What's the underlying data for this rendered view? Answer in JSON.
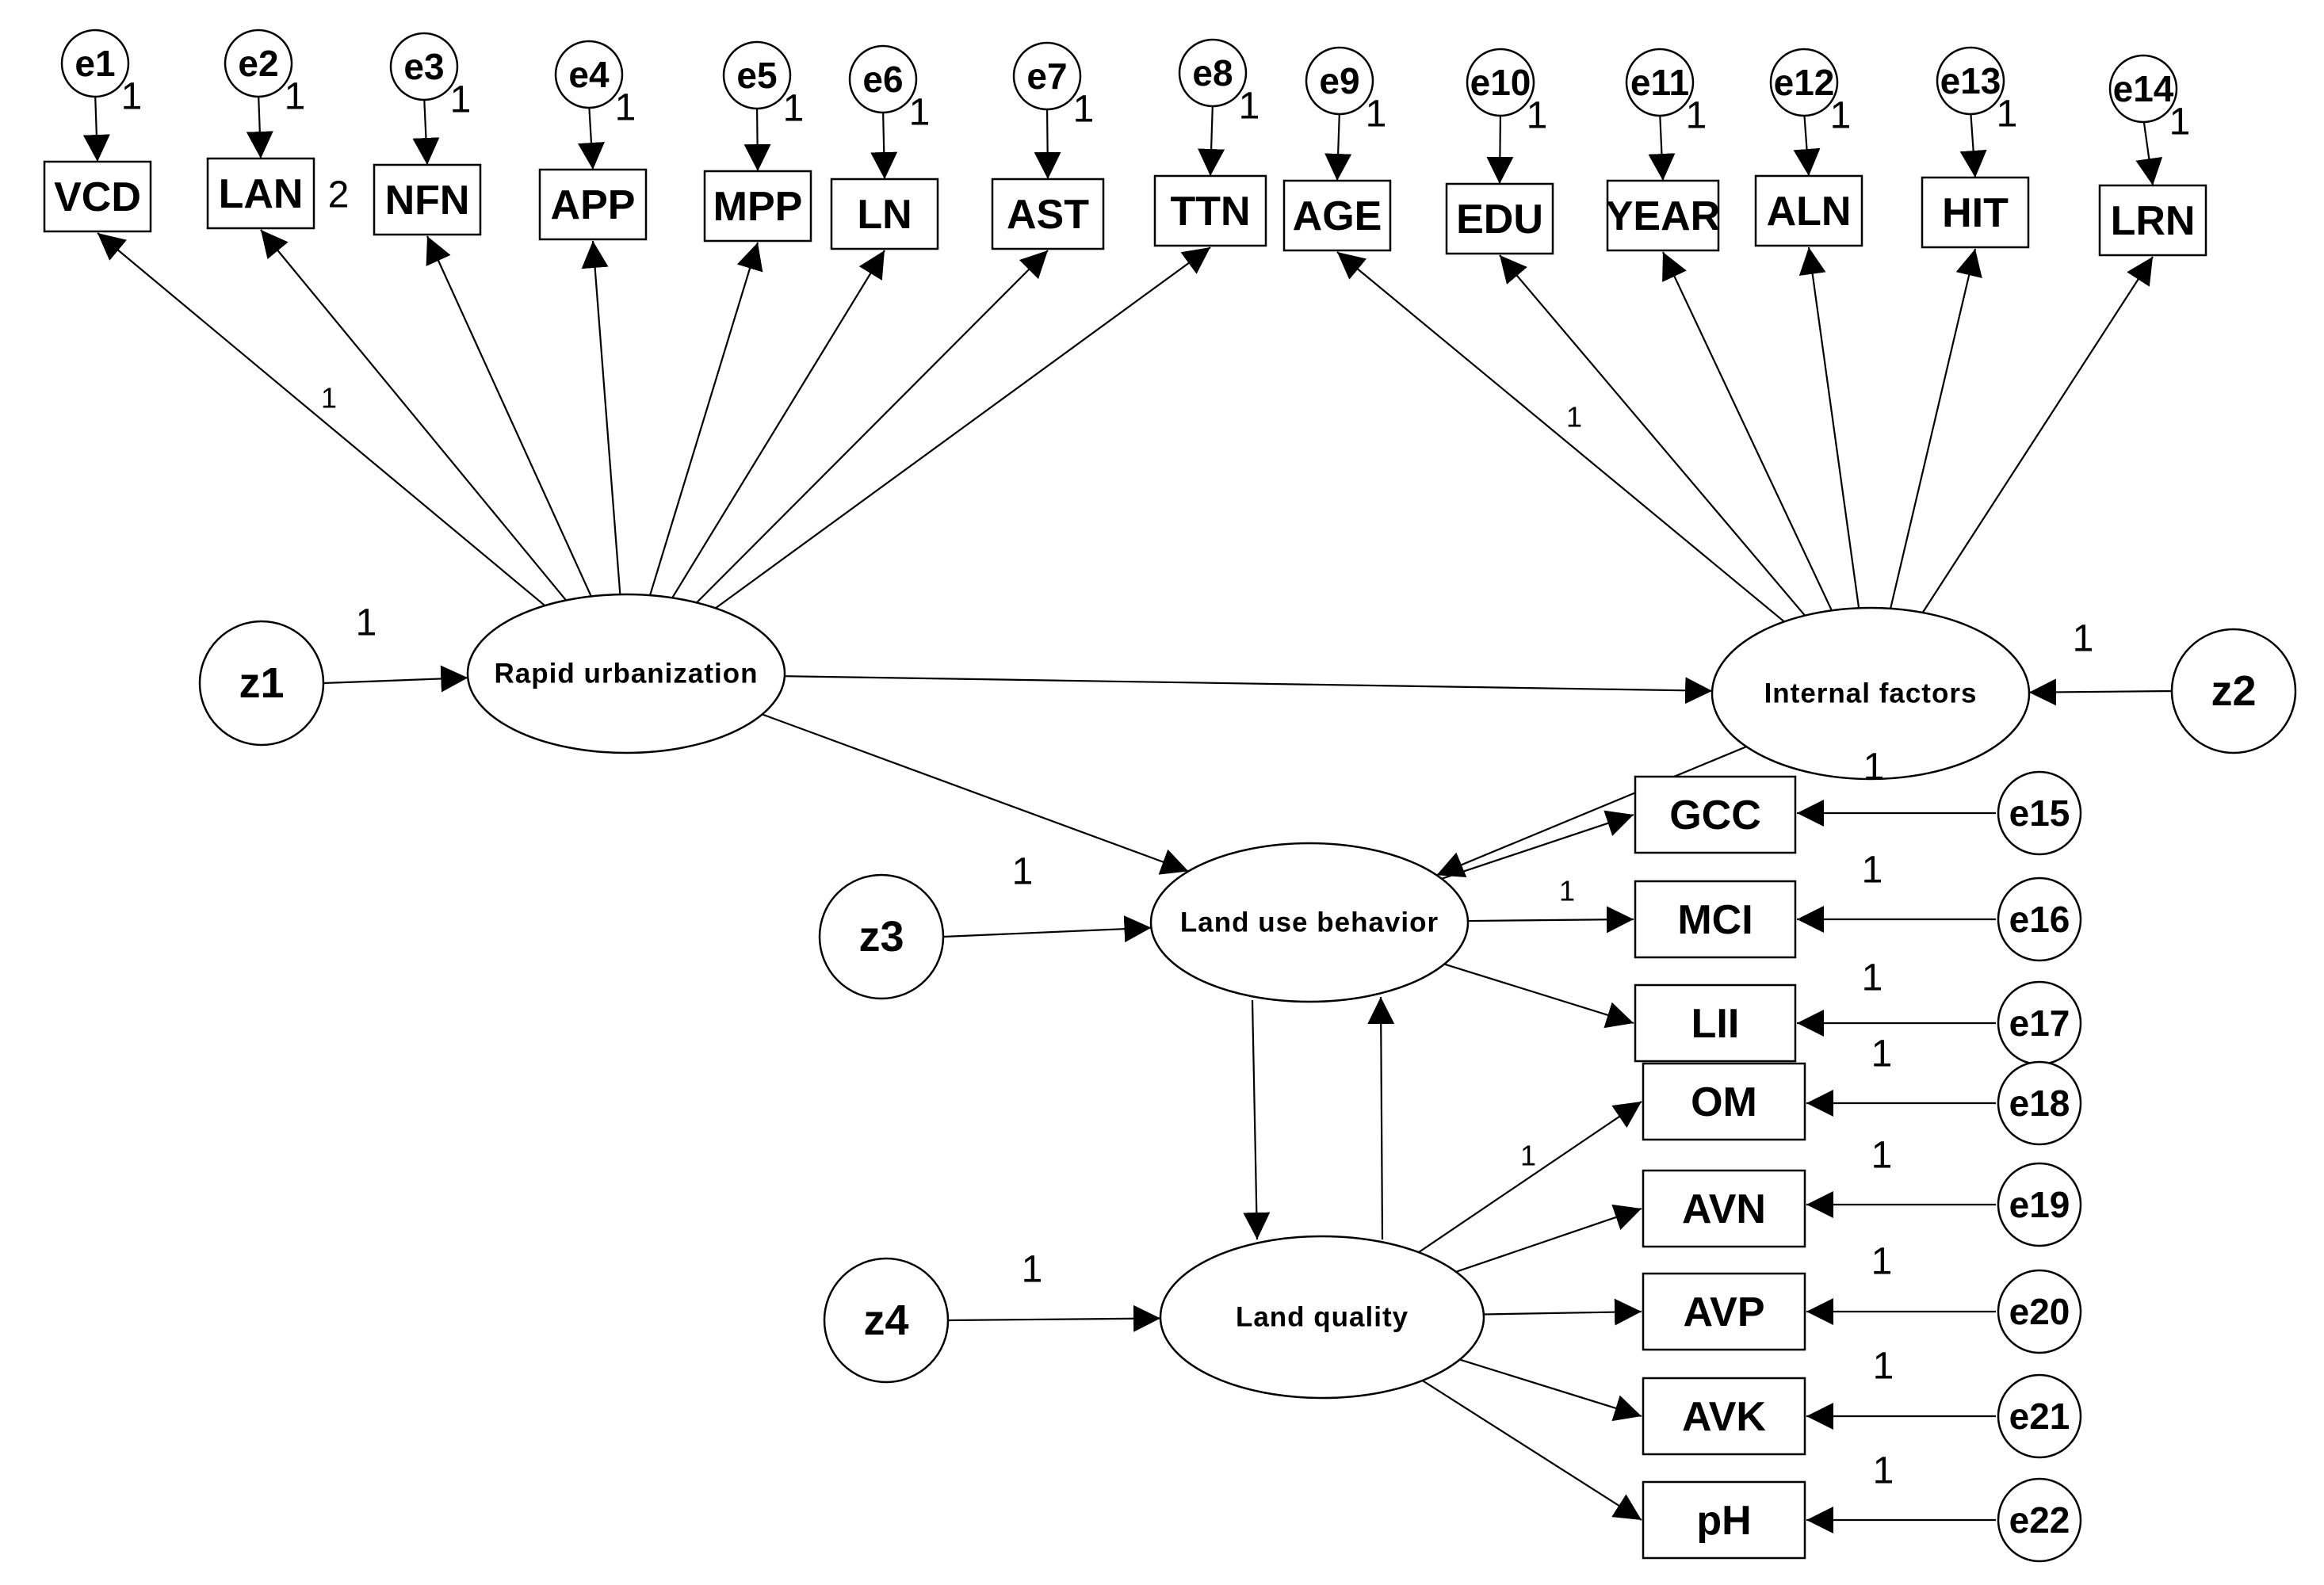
{
  "diagram": {
    "latents": {
      "ru": "Rapid urbanization",
      "if": "Internal factors",
      "lub": "Land use behavior",
      "lq": "Land quality"
    },
    "disturbances": [
      "z1",
      "z2",
      "z3",
      "z4"
    ],
    "indicators": {
      "urbanization": [
        "VCD",
        "LAN",
        "NFN",
        "APP",
        "MPP",
        "LN",
        "AST",
        "TTN"
      ],
      "internal": [
        "AGE",
        "EDU",
        "YEAR",
        "ALN",
        "HIT",
        "LRN"
      ],
      "behavior": [
        "GCC",
        "MCI",
        "LII"
      ],
      "quality": [
        "OM",
        "AVN",
        "AVP",
        "AVK",
        "pH"
      ]
    },
    "errors_top": [
      "e1",
      "e2",
      "e3",
      "e4",
      "e5",
      "e6",
      "e7",
      "e8",
      "e9",
      "e10",
      "e11",
      "e12",
      "e13",
      "e14"
    ],
    "errors_right": [
      "e15",
      "e16",
      "e17",
      "e18",
      "e19",
      "e20",
      "e21",
      "e22"
    ],
    "path_weights": {
      "error_one": "1",
      "lan_label": "2",
      "ru_vcd": "1",
      "if_age": "1",
      "lub_mci": "1",
      "lq_om": "1",
      "z_one": "1"
    }
  }
}
